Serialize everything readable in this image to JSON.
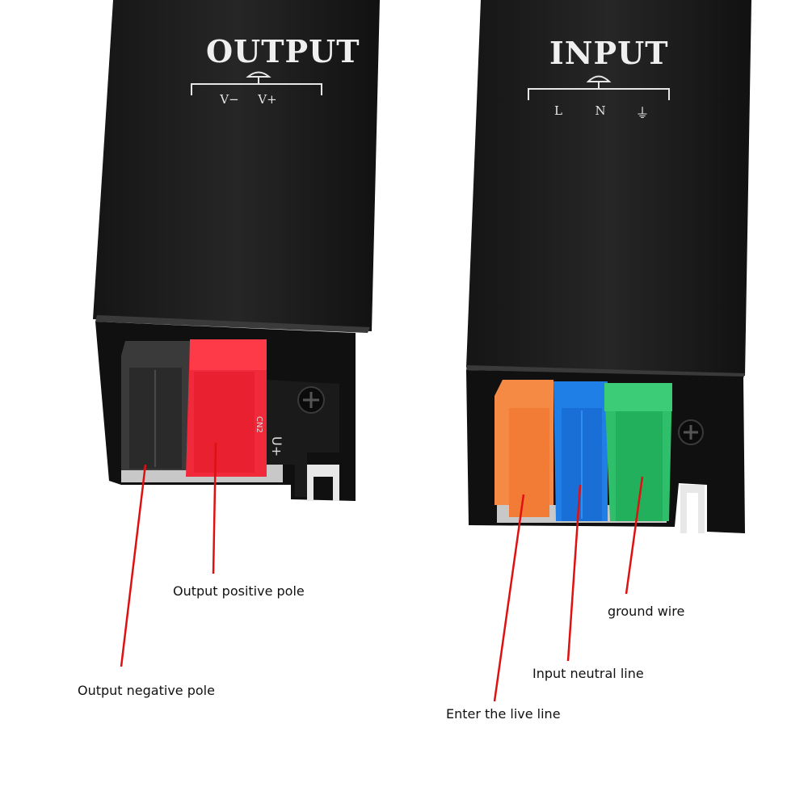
{
  "colors": {
    "housing": "#1f1f1f",
    "negative_terminal": "#3a3a3a",
    "positive_terminal": "#f02a3a",
    "live_terminal": "#f58a45",
    "neutral_terminal": "#1f7fe6",
    "ground_terminal": "#2fbf6a",
    "leader_line": "#e01010"
  },
  "output_unit": {
    "title": "OUTPUT",
    "terminals": [
      "V−",
      "V+"
    ],
    "pcb_labels": {
      "connector": "CN2",
      "polarity": "U+"
    }
  },
  "input_unit": {
    "title": "INPUT",
    "terminals": [
      "L",
      "N",
      "⏚"
    ]
  },
  "callouts": {
    "output_positive": "Output positive pole",
    "output_negative": "Output negative pole",
    "ground": "ground wire",
    "input_neutral": "Input neutral line",
    "input_live": "Enter the live line"
  }
}
